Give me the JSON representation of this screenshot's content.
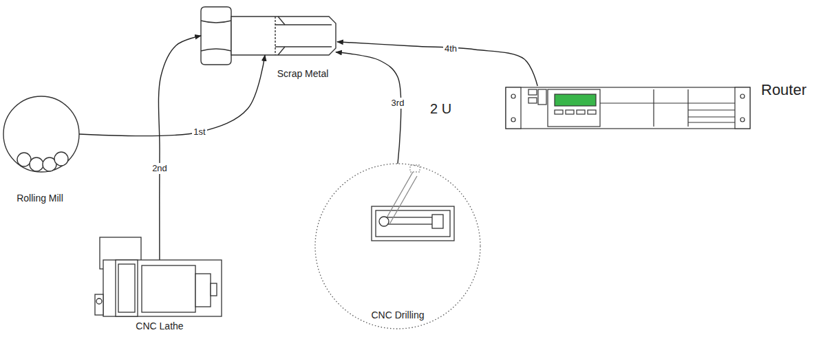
{
  "diagram": {
    "nodes": [
      {
        "text": [
          "Scrap Metal"
        ]
      },
      {
        "text": [
          "Router"
        ]
      },
      {
        "text": [
          "Rolling Mill"
        ]
      },
      {
        "text": [
          "CNC Drilling"
        ]
      },
      {
        "text": [
          "CNC Lathe"
        ]
      }
    ],
    "edges": [
      {
        "from": 2,
        "to": 0,
        "label": "1st",
        "arrow": "to"
      },
      {
        "from": 4,
        "to": 0,
        "label": "2nd",
        "arrow": "to"
      },
      {
        "from": 3,
        "to": 0,
        "label": "3rd",
        "arrow": "to"
      },
      {
        "from": 1,
        "to": 0,
        "label": "4th",
        "arrow": "to"
      }
    ],
    "labels": [
      "2 U"
    ]
  }
}
